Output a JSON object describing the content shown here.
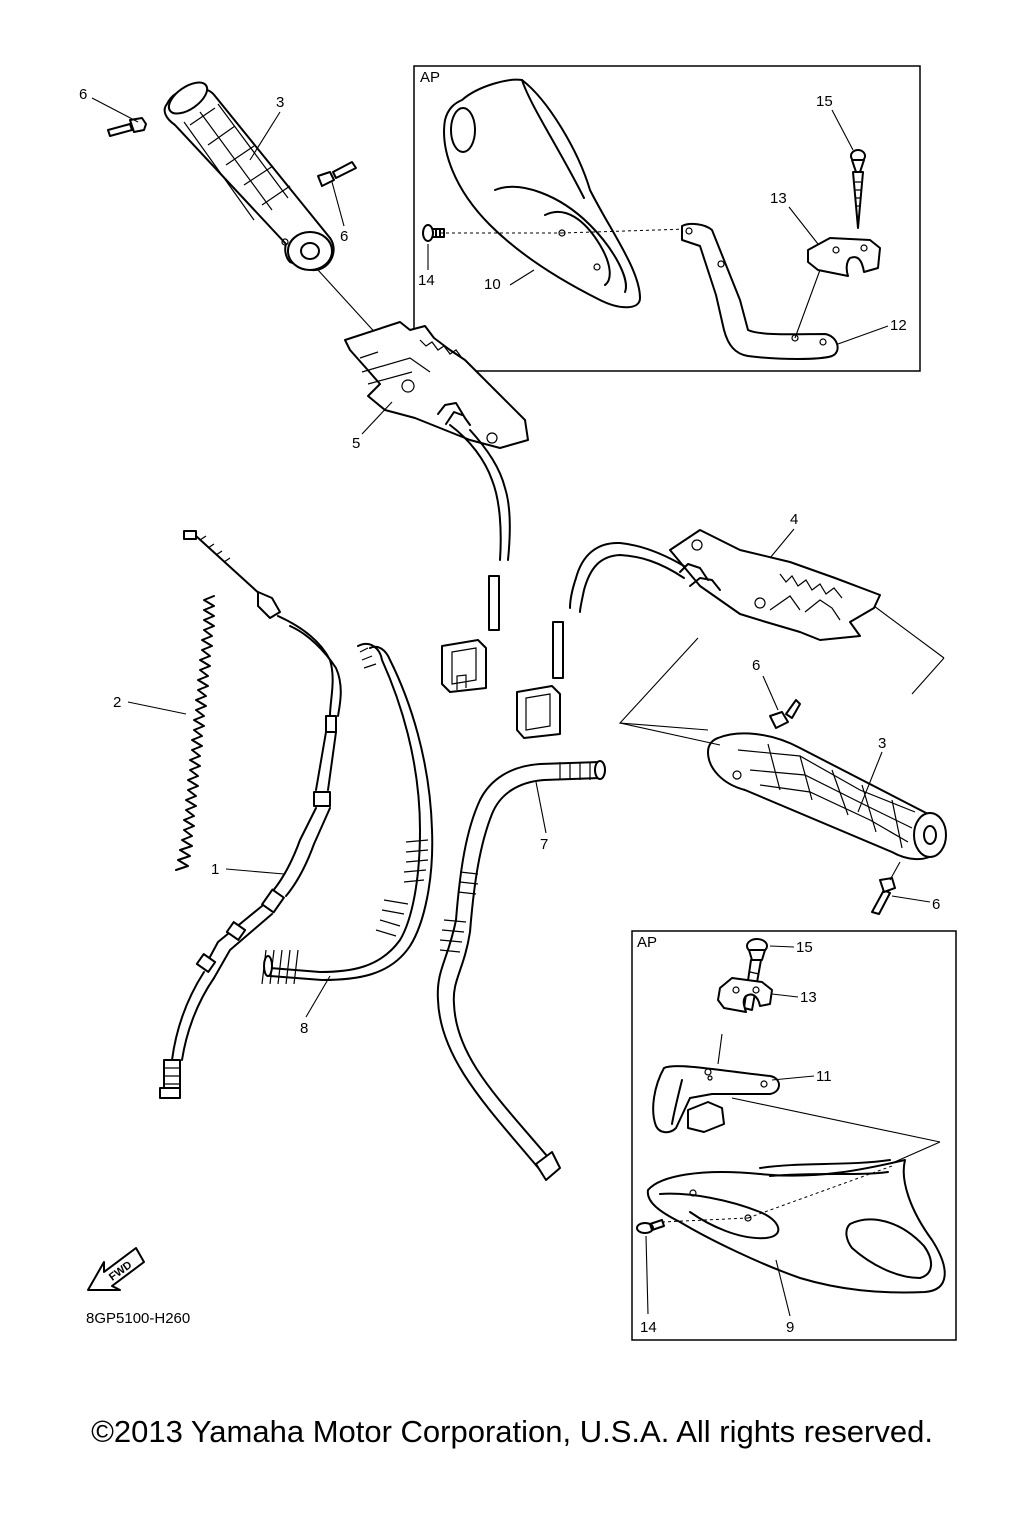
{
  "diagram": {
    "box_labels": {
      "top": "AP",
      "bottom": "AP"
    },
    "callouts": {
      "c1": "1",
      "c2": "2",
      "c3a": "3",
      "c3b": "3",
      "c4": "4",
      "c5": "5",
      "c6a": "6",
      "c6b": "6",
      "c6c": "6",
      "c6d": "6",
      "c7": "7",
      "c8": "8",
      "c9": "9",
      "c10": "10",
      "c11": "11",
      "c12": "12",
      "c13a": "13",
      "c13b": "13",
      "c14a": "14",
      "c14b": "14",
      "c15a": "15",
      "c15b": "15"
    },
    "fwd_label": "FWD",
    "diagram_code": "8GP5100-H260"
  },
  "footer": {
    "copyright": "©2013 Yamaha Motor Corporation, U.S.A. All rights reserved."
  }
}
